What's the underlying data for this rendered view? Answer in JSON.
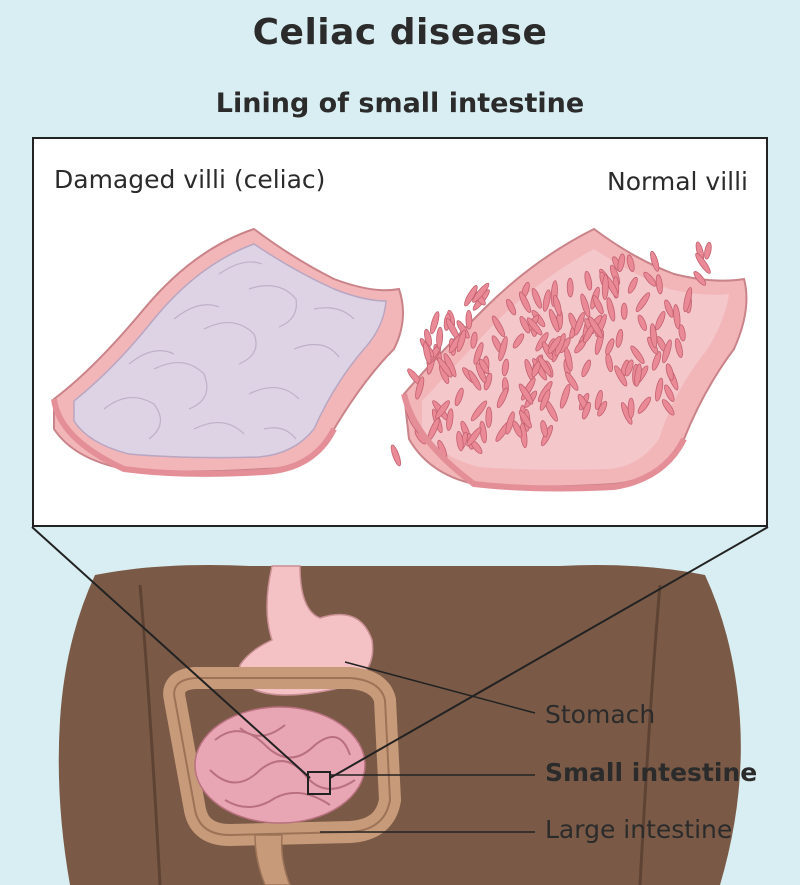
{
  "title": "Celiac disease",
  "subtitle": "Lining of small intestine",
  "panel": {
    "left_label": "Damaged villi (celiac)",
    "right_label": "Normal villi"
  },
  "callouts": {
    "stomach": "Stomach",
    "small_intestine": "Small intestine",
    "large_intestine": "Large intestine"
  },
  "colors": {
    "background": "#d9eef2",
    "skin": "#7a5a46",
    "tissue_pink": "#f2b6b9",
    "villi_pink": "#e98a96",
    "damaged_surface": "#d8d0e0"
  }
}
